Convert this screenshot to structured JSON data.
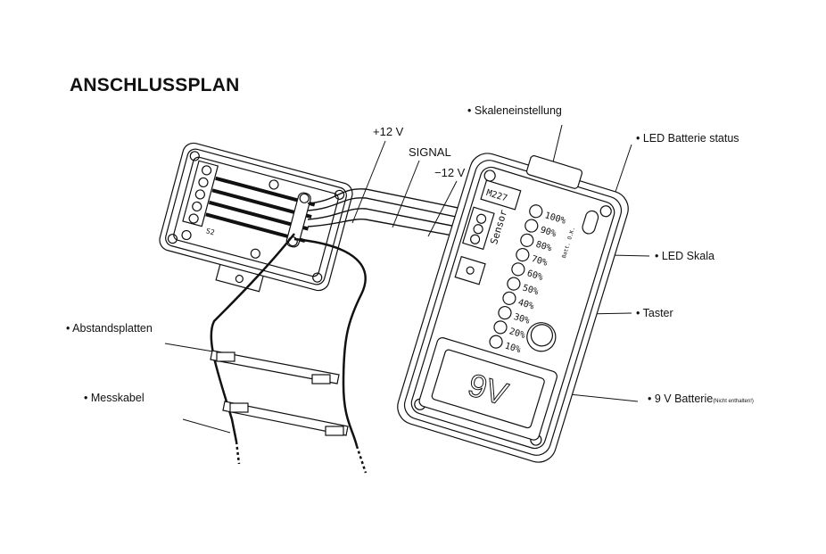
{
  "title": "ANSCHLUSSPLAN",
  "wires": {
    "plus": "+12 V",
    "signal": "SIGNAL",
    "minus": "−12 V"
  },
  "labels": {
    "scale_setting": "Skaleneinstellung",
    "led_battery": "LED Batterie status",
    "led_scale": "LED Skala",
    "button": "Taster",
    "battery": "9 V Batterie",
    "battery_note": "(Nicht enthalten!)",
    "spacers": "Abstandsplatten",
    "cable": "Messkabel"
  },
  "device": {
    "model": "M227",
    "sensor": "Sensor",
    "battery_text": "9V",
    "batt_ok": "Batt. O.K.",
    "scale": [
      "100%",
      "90%",
      "80%",
      "70%",
      "60%",
      "50%",
      "40%",
      "30%",
      "20%",
      "10%"
    ]
  },
  "junction_box": {
    "terminal": "S2"
  }
}
